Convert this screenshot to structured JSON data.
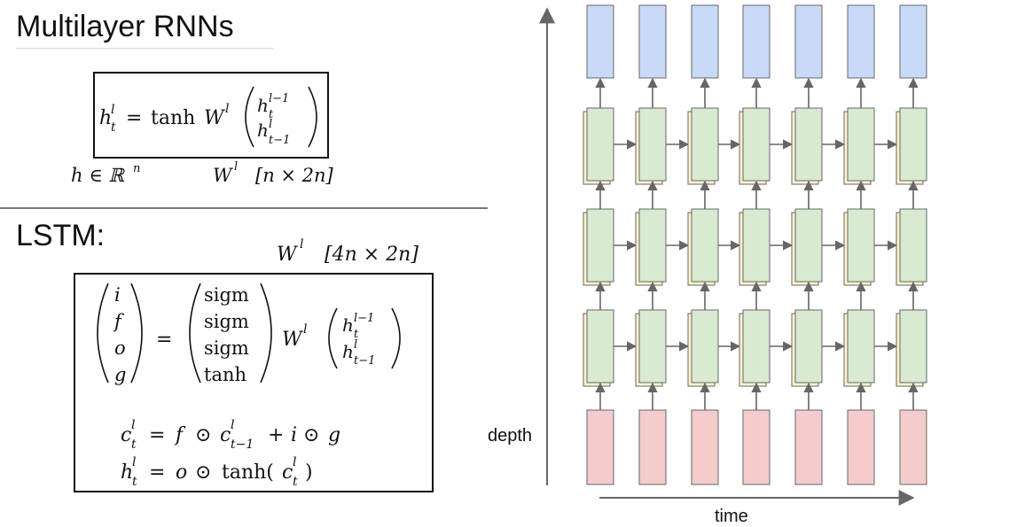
{
  "rnn": {
    "title": "Multilayer RNNs",
    "lhs": "h",
    "lhs_sup": "l",
    "lhs_sub": "t",
    "eq": "=",
    "fn": "tanh",
    "W": "W",
    "W_sup": "l",
    "vec_top": "h",
    "vec_top_sup": "l−1",
    "vec_top_sub": "t",
    "vec_bot": "h",
    "vec_bot_sup": "l",
    "vec_bot_sub": "t−1",
    "dim_h": "h ∈ ℝ",
    "dim_h_sup": "n",
    "dim_W": "W",
    "dim_W_sup": "l",
    "dim_W_size": "[n × 2n]"
  },
  "lstm": {
    "title": "LSTM:",
    "dim_W": "W",
    "dim_W_sup": "l",
    "dim_W_size": "[4n × 2n]",
    "gates": [
      "i",
      "f",
      "o",
      "g"
    ],
    "eq": "=",
    "acts": [
      "sigm",
      "sigm",
      "sigm",
      "tanh"
    ],
    "W": "W",
    "W_sup": "l",
    "vec_top": "h",
    "vec_top_sup": "l−1",
    "vec_top_sub": "t",
    "vec_bot": "h",
    "vec_bot_sup": "l",
    "vec_bot_sub": "t−1",
    "cell_eq": {
      "c": "c",
      "c_sup": "l",
      "c_sub": "t",
      "eq": "=",
      "f": "f",
      "odot": "⊙",
      "c2": "c",
      "c2_sup": "l",
      "c2_sub": "t−1",
      "plus": "+",
      "i": "i",
      "odot2": "⊙",
      "g": "g"
    },
    "hidden_eq": {
      "h": "h",
      "h_sup": "l",
      "h_sub": "t",
      "eq": "=",
      "o": "o",
      "odot": "⊙",
      "tanh": "tanh(",
      "c": "c",
      "c_sup": "l",
      "c_sub": "t",
      "close": ")"
    }
  },
  "diagram": {
    "depth_label": "depth",
    "time_label": "time",
    "columns": 7,
    "hidden_layers": 3,
    "colors": {
      "output": "#c9daf8",
      "hidden": "#d9ead3",
      "hidden_shadow": "#fff2cc",
      "input": "#f4cccc",
      "stroke": "#666666",
      "arrow": "#666666"
    }
  }
}
